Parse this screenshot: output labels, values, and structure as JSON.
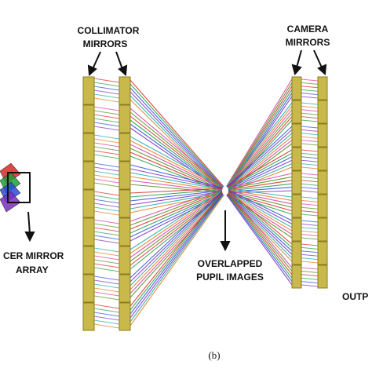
{
  "labels": {
    "collimator_line1": "COLLIMATOR",
    "collimator_line2": "MIRRORS",
    "camera_line1": "CAMERA",
    "camera_line2": "MIRRORS",
    "slicer_line1": "CER MIRROR",
    "slicer_line2": "ARRAY",
    "overlap_line1": "OVERLAPPED",
    "overlap_line2": "PUPIL IMAGES",
    "output": "OUTP"
  },
  "caption": "(b)",
  "colors": {
    "mirror_fill": "#c9b94a",
    "mirror_stroke": "#8a7d1e",
    "ray_palette": [
      "#d62828",
      "#1f9e3a",
      "#2c4bd6",
      "#7a2fbf",
      "#1aa8a8",
      "#e07b1a",
      "#d63a9c",
      "#4d8f1c"
    ]
  },
  "slicer_array": {
    "mirror_count": 4
  }
}
